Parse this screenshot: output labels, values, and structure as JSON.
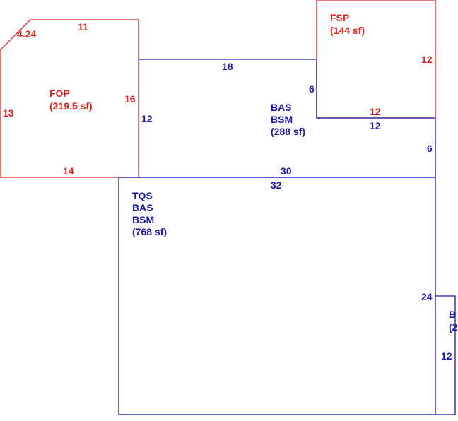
{
  "colors": {
    "open_porch": "#e02020",
    "living_area": "#1a1aa6",
    "background": "#ffffff"
  },
  "areas": {
    "fop": {
      "lines": [
        "FOP",
        "(219.5 sf)"
      ],
      "dims": {
        "top": "11",
        "diag": "4.24",
        "left": "13",
        "right": "16",
        "bottom": "14"
      }
    },
    "fsp": {
      "lines": [
        "FSP",
        "(144 sf)"
      ],
      "dims": {
        "right": "12",
        "bottom": "12"
      }
    },
    "upper": {
      "lines": [
        "BAS",
        "BSM",
        "(288 sf)"
      ],
      "dims": {
        "top": "18",
        "left": "12",
        "step": "6",
        "step_bottom": "12",
        "right": "6",
        "bottom": "30"
      }
    },
    "main": {
      "lines": [
        "TQS",
        "BAS",
        "BSM",
        "(768 sf)"
      ],
      "dims": {
        "top": "32",
        "right": "24"
      }
    },
    "side": {
      "lines": [
        "B",
        "(2"
      ],
      "dims": {
        "left": "12"
      }
    }
  }
}
